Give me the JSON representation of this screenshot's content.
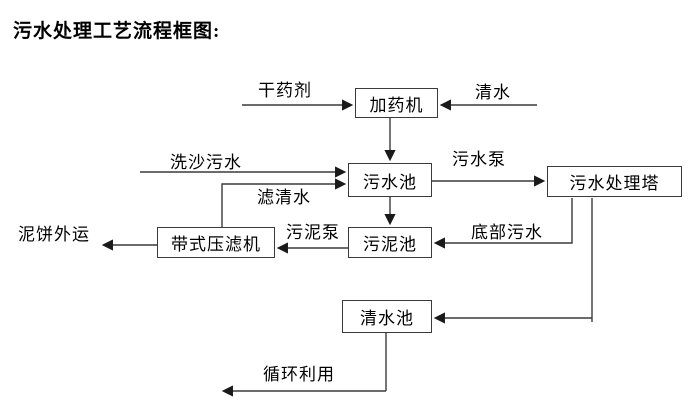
{
  "title": "污水处理工艺流程框图:",
  "colors": {
    "line": "#3a3a3a",
    "text": "#000000",
    "background": "#ffffff"
  },
  "diagram": {
    "nodes": [
      {
        "id": "dosing-machine",
        "label": "加药机"
      },
      {
        "id": "sewage-pool",
        "label": "污水池"
      },
      {
        "id": "sewage-treatment-tower",
        "label": "污水处理塔"
      },
      {
        "id": "sludge-pool",
        "label": "污泥池"
      },
      {
        "id": "belt-filter-press",
        "label": "带式压滤机"
      },
      {
        "id": "clear-water-pool",
        "label": "清水池"
      }
    ],
    "flow_labels": [
      {
        "id": "dry-agent",
        "label": "干药剂"
      },
      {
        "id": "clear-water-in",
        "label": "清水"
      },
      {
        "id": "sand-washing-sewage",
        "label": "洗沙污水"
      },
      {
        "id": "filtered-water",
        "label": "滤清水"
      },
      {
        "id": "sewage-pump",
        "label": "污水泵"
      },
      {
        "id": "bottom-sewage",
        "label": "底部污水"
      },
      {
        "id": "sludge-pump",
        "label": "污泥泵"
      },
      {
        "id": "mud-cake-outbound",
        "label": "泥饼外运"
      },
      {
        "id": "recycling",
        "label": "循环利用"
      }
    ],
    "edges": [
      {
        "from": "dry-agent-source",
        "to": "dosing-machine",
        "label": "干药剂"
      },
      {
        "from": "clear-water-source",
        "to": "dosing-machine",
        "label": "清水"
      },
      {
        "from": "dosing-machine",
        "to": "sewage-pool",
        "label": ""
      },
      {
        "from": "sand-washing-source",
        "to": "sewage-pool",
        "label": "洗沙污水"
      },
      {
        "from": "belt-filter-press",
        "to": "sewage-pool",
        "label": "滤清水"
      },
      {
        "from": "sewage-pool",
        "to": "sewage-treatment-tower",
        "label": "污水泵"
      },
      {
        "from": "sewage-pool",
        "to": "sludge-pool",
        "label": ""
      },
      {
        "from": "sewage-treatment-tower",
        "to": "sludge-pool",
        "label": "底部污水"
      },
      {
        "from": "sludge-pool",
        "to": "belt-filter-press",
        "label": "污泥泵"
      },
      {
        "from": "belt-filter-press",
        "to": "outside",
        "label": "泥饼外运"
      },
      {
        "from": "sewage-treatment-tower",
        "to": "clear-water-pool",
        "label": ""
      },
      {
        "from": "clear-water-pool",
        "to": "reuse",
        "label": "循环利用"
      }
    ]
  }
}
